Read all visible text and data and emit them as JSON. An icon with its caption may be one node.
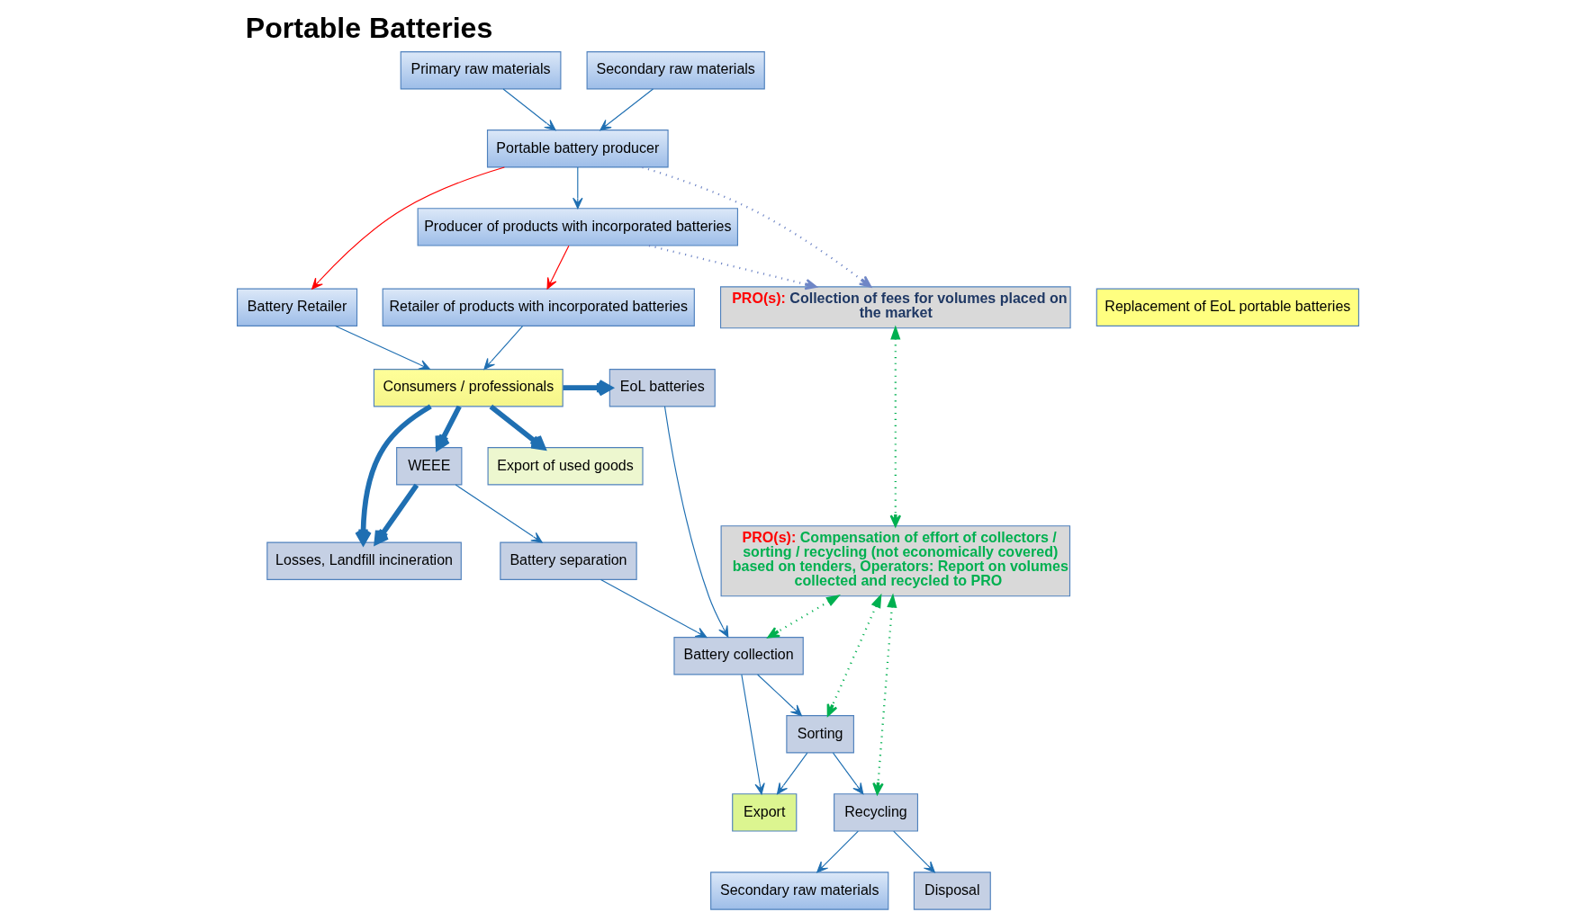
{
  "diagram": {
    "title": "Portable Batteries",
    "nodes": [
      {
        "text": [
          "Battery Retailer"
        ]
      },
      {
        "text": [
          "Replacement of EoL portable batteries"
        ]
      },
      {
        "text": [
          "Consumers / professionals"
        ]
      },
      {
        "text": [
          "EoL batteries"
        ]
      },
      {
        "text": [
          "PRO(s):",
          "Collection of fees for volumes placed on the market"
        ]
      },
      {
        "text": [
          "Retailer of products with incorporated batteries"
        ]
      },
      {
        "text": [
          "WEEE"
        ]
      },
      {
        "text": [
          "Export of used goods"
        ]
      },
      {
        "text": [
          "Losses, Landfill incineration"
        ]
      },
      {
        "text": [
          "Battery separation"
        ]
      },
      {
        "text": [
          "Producer of products with incorporated batteries"
        ]
      },
      {
        "text": [
          "Battery collection"
        ]
      },
      {
        "text": [
          "Export"
        ]
      },
      {
        "text": [
          "PRO(s):",
          "Compensation of effort of collectors / sorting / recycling (not economically covered) based on tenders, Operators: Report on volumes collected and recycled to PRO"
        ]
      },
      {
        "text": [
          "Portable battery producer"
        ]
      },
      {
        "text": [
          "Sorting"
        ]
      },
      {
        "text": [
          "Primary raw materials"
        ]
      },
      {
        "text": [
          "Secondary raw materials"
        ]
      },
      {
        "text": [
          "Secondary raw materials"
        ]
      },
      {
        "text": [
          "Recycling"
        ]
      },
      {
        "text": [
          "Disposal"
        ]
      }
    ],
    "edges": [
      {
        "from": 0,
        "to": 2,
        "arrow": "to"
      },
      {
        "from": 5,
        "to": 2,
        "arrow": "to"
      },
      {
        "from": 2,
        "to": 3,
        "arrow": "to",
        "style": "thick"
      },
      {
        "from": 2,
        "to": 6,
        "arrow": "to",
        "style": "thick"
      },
      {
        "from": 2,
        "to": 7,
        "arrow": "to",
        "style": "thick"
      },
      {
        "from": 2,
        "to": 8,
        "arrow": "to",
        "style": "thick"
      },
      {
        "from": 6,
        "to": 8,
        "arrow": "to",
        "style": "thick"
      },
      {
        "from": 6,
        "to": 9,
        "arrow": "to"
      },
      {
        "from": 9,
        "to": 11,
        "arrow": "to"
      },
      {
        "from": 3,
        "to": 11,
        "arrow": "to"
      },
      {
        "from": 11,
        "to": 12,
        "arrow": "to"
      },
      {
        "from": 15,
        "to": 12,
        "arrow": "to"
      },
      {
        "from": 11,
        "to": 15,
        "arrow": "to"
      },
      {
        "from": 15,
        "to": 19,
        "arrow": "to"
      },
      {
        "from": 19,
        "to": 18,
        "arrow": "to"
      },
      {
        "from": 19,
        "to": 20,
        "arrow": "to"
      },
      {
        "from": 16,
        "to": 14,
        "arrow": "to"
      },
      {
        "from": 17,
        "to": 14,
        "arrow": "to"
      },
      {
        "from": 14,
        "to": 10,
        "arrow": "to"
      },
      {
        "from": 14,
        "to": 0,
        "arrow": "to",
        "color": "#ff0000"
      },
      {
        "from": 10,
        "to": 5,
        "arrow": "to",
        "color": "#ff0000"
      },
      {
        "from": 14,
        "to": 4,
        "arrow": "to",
        "style": "dashed",
        "color": "#6f86c6"
      },
      {
        "from": 10,
        "to": 4,
        "arrow": "to",
        "style": "dashed",
        "color": "#6f86c6"
      },
      {
        "from": 4,
        "to": 13,
        "arrow": "both",
        "style": "dashed",
        "color": "#00b050"
      },
      {
        "from": 13,
        "to": 11,
        "arrow": "both",
        "style": "dashed",
        "color": "#00b050"
      },
      {
        "from": 13,
        "to": 15,
        "arrow": "both",
        "style": "dashed",
        "color": "#00b050"
      },
      {
        "from": 13,
        "to": 19,
        "arrow": "both",
        "style": "dashed",
        "color": "#00b050"
      }
    ]
  }
}
